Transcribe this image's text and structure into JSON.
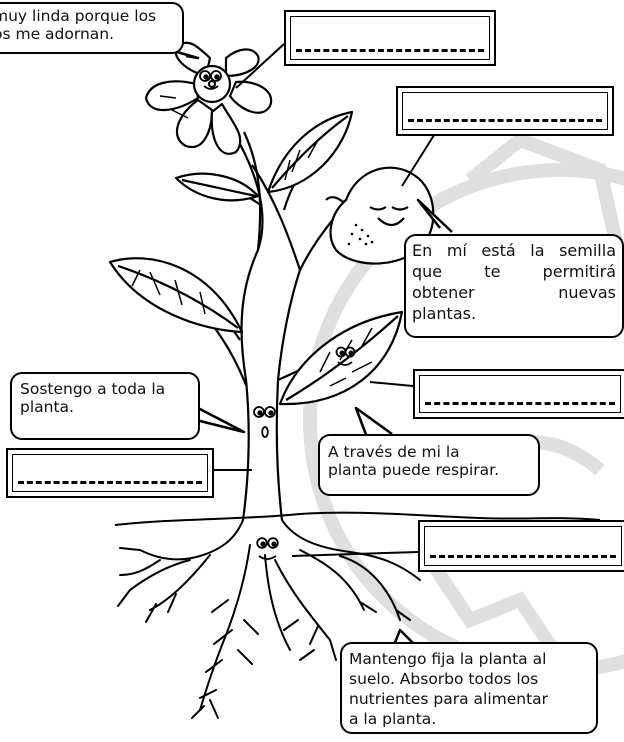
{
  "speech_bubbles": {
    "flower": "muy linda porque los\nos me adornan.",
    "fruit": "En mí está la semilla\nque te permitirá\nobtener nuevas\nplantas.",
    "stem": "Sostengo a toda la\nplanta.",
    "leaf": "A través de mi la\nplanta puede respirar.",
    "root": "Mantengo fija la planta al\nsuelo. Absorbo todos los\nnutrientes para alimentar\na la planta."
  },
  "answer_blanks": [
    {
      "label": "flower-answer",
      "value": ""
    },
    {
      "label": "fruit-answer",
      "value": ""
    },
    {
      "label": "leaf-answer",
      "value": ""
    },
    {
      "label": "stem-answer",
      "value": ""
    },
    {
      "label": "root-answer",
      "value": ""
    }
  ],
  "colors": {
    "line": "#000000",
    "background": "#ffffff",
    "watermark": "#d9d9d9"
  }
}
